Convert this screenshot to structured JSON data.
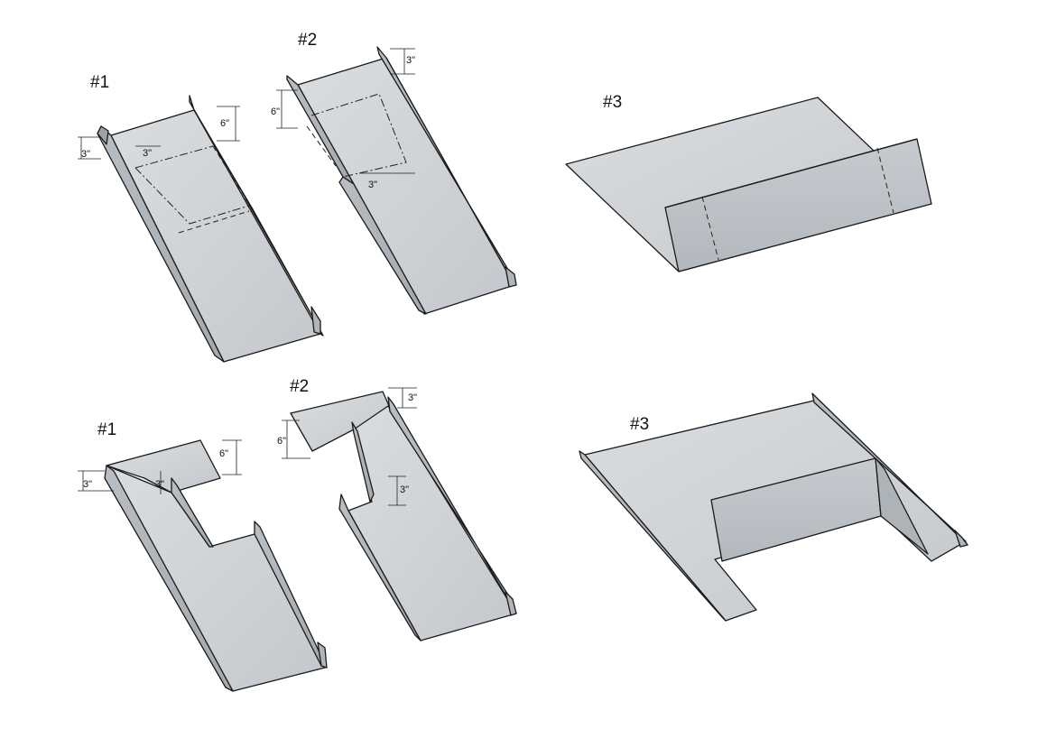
{
  "figure": {
    "top_row_labels": [
      "#1",
      "#2",
      "#3"
    ],
    "bottom_row_labels": [
      "#1",
      "#2",
      "#3"
    ],
    "top_dims": {
      "p1_side": "3\"",
      "p1_inner": "3\"",
      "p1_depth": "6\"",
      "p2_top": "3\"",
      "p2_depth": "6\"",
      "p2_inner": "3\""
    },
    "bottom_dims": {
      "p1_side": "3\"",
      "p1_inner": "3\"",
      "p1_depth": "6\"",
      "p2_top": "3\"",
      "p2_depth": "6\"",
      "p2_inner": "3\""
    }
  },
  "colors": {
    "metal_light": "#d4d7da",
    "metal_mid": "#c2c6ca",
    "metal_dark": "#a9aeb3",
    "edge": "#1a1a1a"
  }
}
